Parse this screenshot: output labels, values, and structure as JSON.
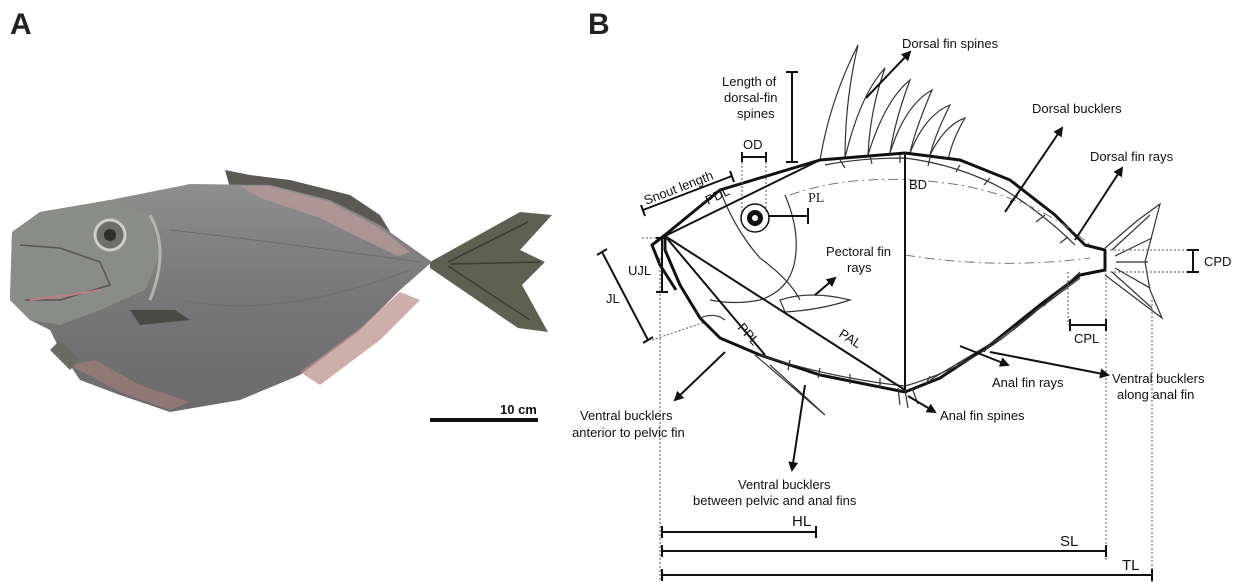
{
  "panels": {
    "a": "A",
    "b": "B"
  },
  "photo": {
    "scale_bar_label": "10 cm"
  },
  "labels": {
    "dorsal_fin_spines": "Dorsal fin spines",
    "length_dorsal_1": "Length of",
    "length_dorsal_2": "dorsal-fin",
    "length_dorsal_3": "spines",
    "od": "OD",
    "snout_length": "Snout length",
    "pdl": "PDL",
    "pl": "PL",
    "bd": "BD",
    "dorsal_bucklers": "Dorsal bucklers",
    "dorsal_fin_rays": "Dorsal fin rays",
    "cpd": "CPD",
    "cpl": "CPL",
    "ujl": "UJL",
    "jl": "JL",
    "pectoral_1": "Pectoral fin",
    "pectoral_2": "rays",
    "ppl": "PPL",
    "pal": "PAL",
    "anal_fin_rays": "Anal fin rays",
    "ventral_along_1": "Ventral bucklers",
    "ventral_along_2": "along anal fin",
    "anal_fin_spines": "Anal fin spines",
    "ventral_anterior_1": "Ventral bucklers",
    "ventral_anterior_2": "anterior to pelvic fin",
    "ventral_between_1": "Ventral bucklers",
    "ventral_between_2": "between pelvic and anal fins",
    "hl": "HL",
    "sl": "SL",
    "tl": "TL"
  },
  "colors": {
    "fish_body": "#7b7b7b",
    "fish_dark": "#4a4a4a",
    "fish_light": "#a8a8a8",
    "bucklers_pink": "#b98b86",
    "lines": "#111111"
  }
}
